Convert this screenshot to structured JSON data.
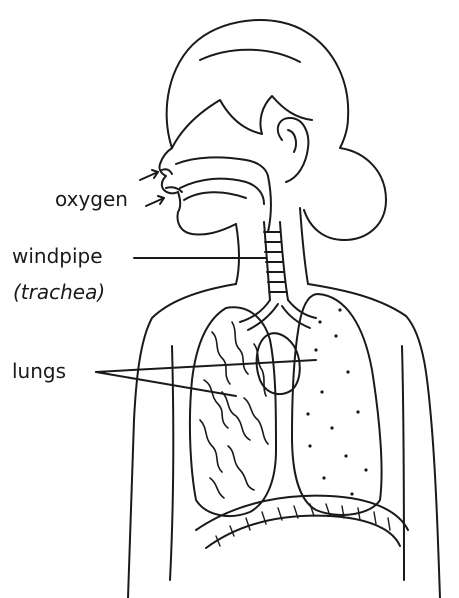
{
  "labels": {
    "oxygen": "oxygen",
    "windpipe": "windpipe",
    "trachea": "(trachea)",
    "lungs": "lungs"
  },
  "colors": {
    "ink": "#1a1a1a",
    "background": "#ffffff"
  }
}
